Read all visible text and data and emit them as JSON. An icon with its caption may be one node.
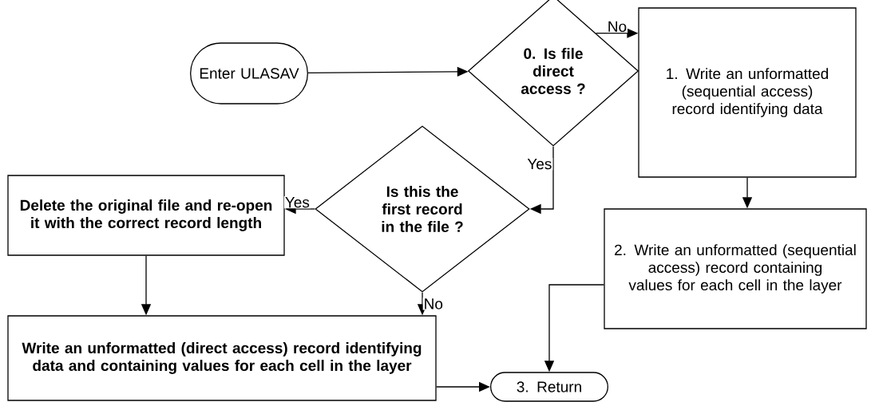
{
  "diagram": {
    "nodes": [
      {
        "text": [
          "Enter ULASAV"
        ]
      },
      {
        "text": [
          "0. Is file direct access ?"
        ]
      },
      {
        "text": [
          "1. Write an unformatted (sequential access) record identifying data"
        ]
      },
      {
        "text": [
          "Is this the first record in the file ?"
        ]
      },
      {
        "text": [
          "Delete the original file and re-open it with the correct record length"
        ]
      },
      {
        "text": [
          "2. Write an unformatted (sequential access) record containing values for each cell in the layer"
        ]
      },
      {
        "text": [
          "Write an unformatted (direct access) record identifying data and containing values for each cell in the layer"
        ]
      },
      {
        "text": [
          "3. Return"
        ]
      }
    ],
    "edges": [
      {
        "from": 0,
        "to": 1,
        "arrow": "to"
      },
      {
        "from": 1,
        "to": 2,
        "arrow": "to",
        "label": "No"
      },
      {
        "from": 1,
        "to": 3,
        "arrow": "to",
        "label": "Yes"
      },
      {
        "from": 3,
        "to": 4,
        "arrow": "to",
        "label": "Yes"
      },
      {
        "from": 2,
        "to": 5,
        "arrow": "to"
      },
      {
        "from": 3,
        "to": 6,
        "arrow": "to",
        "label": "No"
      },
      {
        "from": 4,
        "to": 6,
        "arrow": "to"
      },
      {
        "from": 5,
        "to": 7,
        "arrow": "to"
      },
      {
        "from": 6,
        "to": 7,
        "arrow": "to"
      }
    ]
  }
}
